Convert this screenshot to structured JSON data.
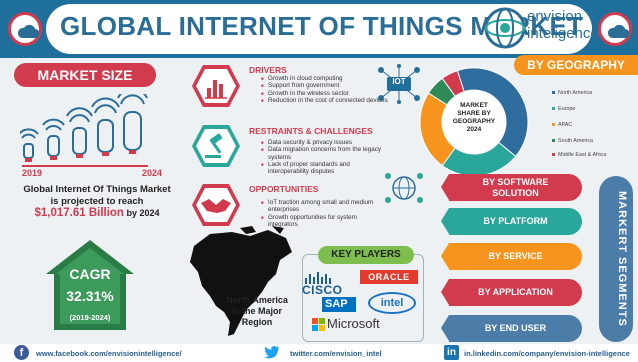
{
  "header": {
    "title": "GLOBAL INTERNET OF THINGS MARKET",
    "logo_line1": "envision",
    "logo_line2": "inteligence"
  },
  "market_size": {
    "label": "MARKET SIZE",
    "year_start": "2019",
    "year_end": "2024",
    "line1": "Global Internet Of Things Market",
    "line2": "is projected to reach",
    "value": "$1,017.61 Billion",
    "by": "by 2024"
  },
  "cagr": {
    "label": "CAGR",
    "value": "32.31%",
    "period": "(2019-2024)"
  },
  "map_label": [
    "North America",
    "is the Major",
    "Region"
  ],
  "drivers": {
    "title": "DRIVERS",
    "items": [
      "Growth in cloud computing",
      "Support from government",
      "Growth in the wireless sector",
      "Reduction in the cost of connected devices"
    ]
  },
  "restraints": {
    "title": "RESTRAINTS & CHALLENGES",
    "items": [
      "Data security & privacy issues",
      "Data migration concerns from the legacy systems",
      "Lack of proper standards and interoperability disputes"
    ]
  },
  "opportunities": {
    "title": "OPPORTUNITIES",
    "items": [
      "IoT traction among small and medium enterprises",
      "Growth opportunities for system integrators"
    ]
  },
  "iot_badge": "IOT",
  "key_players": {
    "label": "KEY PLAYERS",
    "cisco": "CISCO",
    "oracle": "ORACLE",
    "sap": "SAP",
    "intel": "intel",
    "microsoft": "Microsoft"
  },
  "geography": {
    "title": "BY GEOGRAPHY",
    "center_lines": [
      "MARKET",
      "SHARE BY",
      "GEOGRAPHY",
      "2024"
    ]
  },
  "segments": {
    "vertical_label": "MARKERT SEGMENTS",
    "items": [
      {
        "label": "BY SOFTWARE SOLUTION",
        "line1": "BY SOFTWARE",
        "line2": "SOLUTION",
        "color": "#d23a4e"
      },
      {
        "label": "BY PLATFORM",
        "color": "#2aa79b"
      },
      {
        "label": "BY SERVICE",
        "color": "#f7941d"
      },
      {
        "label": "BY APPLICATION",
        "color": "#d23a4e"
      },
      {
        "label": "BY END USER",
        "color": "#4c7da8"
      }
    ]
  },
  "footer": {
    "facebook": "www.facebook.com/envisionintelligence/",
    "twitter": "twitter.com/envision_intel",
    "linkedin": "in.linkedin.com/company/envision-intelligence",
    "fb_glyph": "f",
    "in_glyph": "in"
  },
  "colors": {
    "brand_blue": "#1f6f9d",
    "accent_red": "#d23a4e",
    "teal": "#2aa79b",
    "orange": "#f7941d",
    "steel_blue": "#4c7da8"
  },
  "chart_data": {
    "type": "pie",
    "title": "MARKET SHARE BY GEOGRAPHY 2024",
    "donut": true,
    "series": [
      {
        "name": "North America",
        "value": 41,
        "color": "#2f6d9e"
      },
      {
        "name": "Europe",
        "value": 24,
        "color": "#2aa79b"
      },
      {
        "name": "APAC",
        "value": 24,
        "color": "#f7941d"
      },
      {
        "name": "South America",
        "value": 6,
        "color": "#2e8b57"
      },
      {
        "name": "Middle East & Africa",
        "value": 5,
        "color": "#d23a4e"
      }
    ]
  }
}
